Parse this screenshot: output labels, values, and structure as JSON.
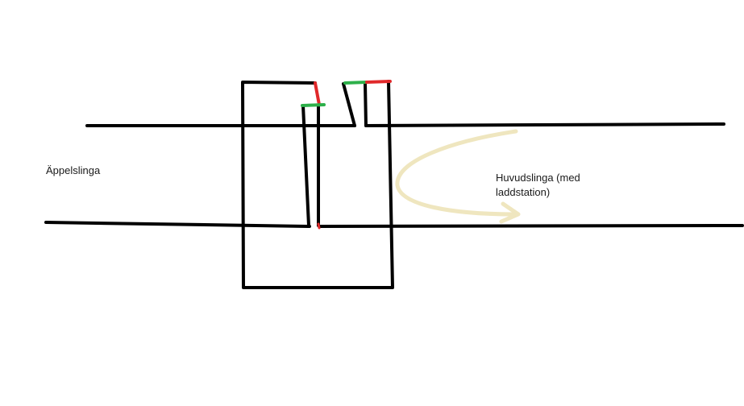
{
  "labels": {
    "left_loop": "Äppelslinga",
    "main_loop_line1": "Huvudslinga  (med",
    "main_loop_line2": "laddstation)"
  },
  "colors": {
    "track": "#000000",
    "switch_open": "#e0282a",
    "switch_closed": "#2db04a",
    "direction_arrow": "#efe6bf",
    "background": "#ffffff"
  }
}
